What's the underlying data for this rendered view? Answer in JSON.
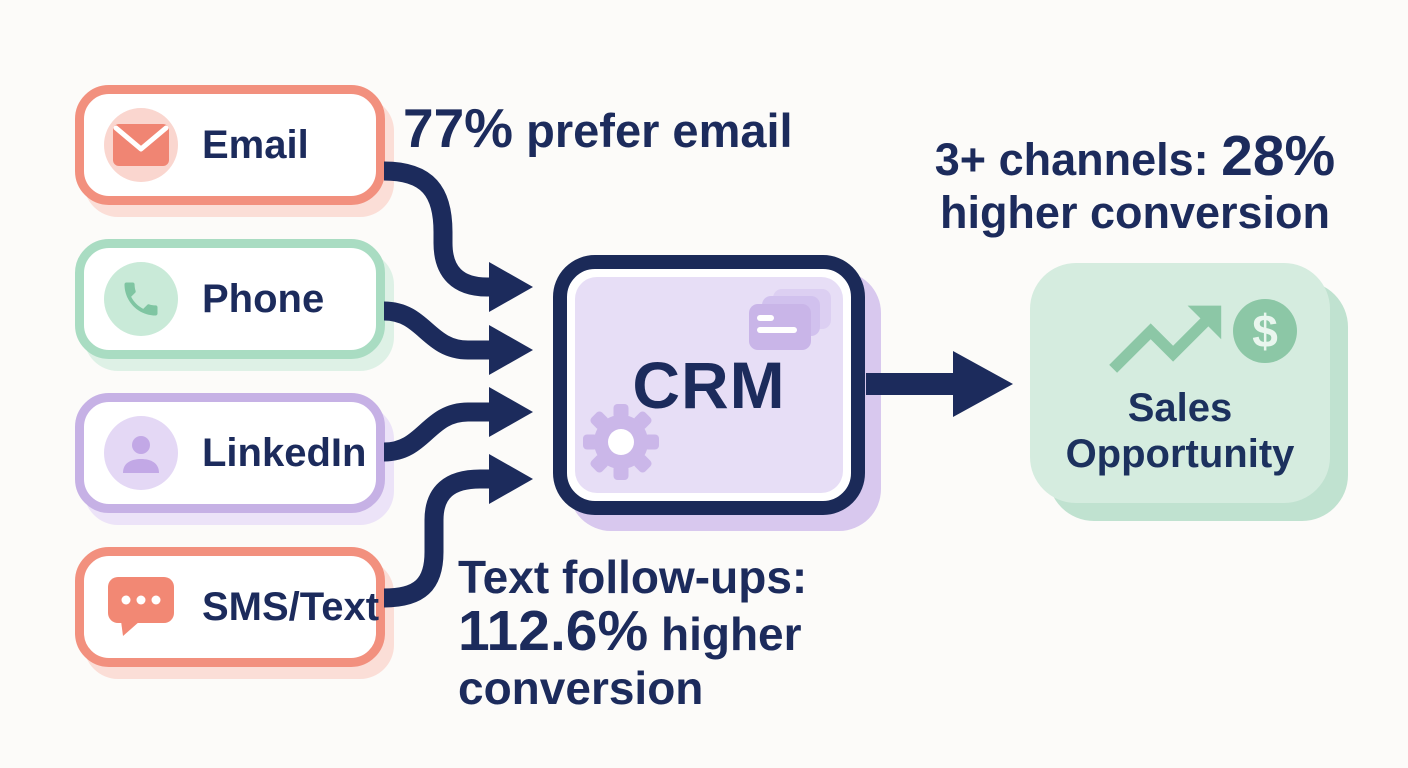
{
  "colors": {
    "background": "#fcfbf9",
    "navy": "#1c2b5c",
    "salmon": "#f2907e",
    "green_border": "#a9dcc2",
    "purple_border": "#c6b1e5",
    "crm_fill": "#e7def6",
    "crm_icon_purple": "#c9b5e8",
    "sales_fill": "#d5ecdf",
    "sales_icon_green": "#8cc7a6"
  },
  "channels": [
    {
      "label": "Email",
      "icon": "envelope-icon"
    },
    {
      "label": "Phone",
      "icon": "phone-icon"
    },
    {
      "label": "LinkedIn",
      "icon": "person-icon"
    },
    {
      "label": "SMS/Text",
      "icon": "chat-bubble-icon"
    }
  ],
  "crm": {
    "label": "CRM"
  },
  "sales_opportunity": {
    "line1": "Sales",
    "line2": "Opportunity",
    "dollar_sign": "$"
  },
  "stats": {
    "email": {
      "emphasis": "77%",
      "rest": " prefer email"
    },
    "multichannel": {
      "line1_prefix": "3+ channels: ",
      "line1_emphasis": "28%",
      "line2": "higher conversion"
    },
    "sms": {
      "line1": "Text follow-ups:",
      "line2_emphasis": "112.6%",
      "line2_rest": " higher",
      "line3": "conversion"
    }
  }
}
